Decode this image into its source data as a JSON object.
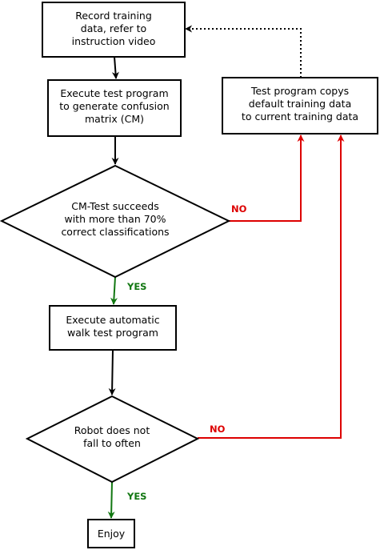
{
  "nodes": {
    "record": [
      "Record training",
      "data, refer to",
      "instruction video"
    ],
    "execute_test": [
      "Execute test program",
      "to generate confusion",
      "matrix (CM)"
    ],
    "cm_test": [
      "CM-Test succeeds",
      "with more than 70%",
      "correct classifications"
    ],
    "copy_default": [
      "Test program copys",
      "default training data",
      "to current training data"
    ],
    "walk_test": [
      "Execute automatic",
      "walk test program"
    ],
    "robot_fall": [
      "Robot does not",
      "fall to often"
    ],
    "enjoy": [
      "Enjoy"
    ]
  },
  "edges": {
    "cm_yes": "YES",
    "cm_no": "NO",
    "robot_yes": "YES",
    "robot_no": "NO"
  },
  "colors": {
    "yes": "#117711",
    "no": "#dd0000",
    "stroke": "#000000",
    "dotted": "#000000"
  }
}
